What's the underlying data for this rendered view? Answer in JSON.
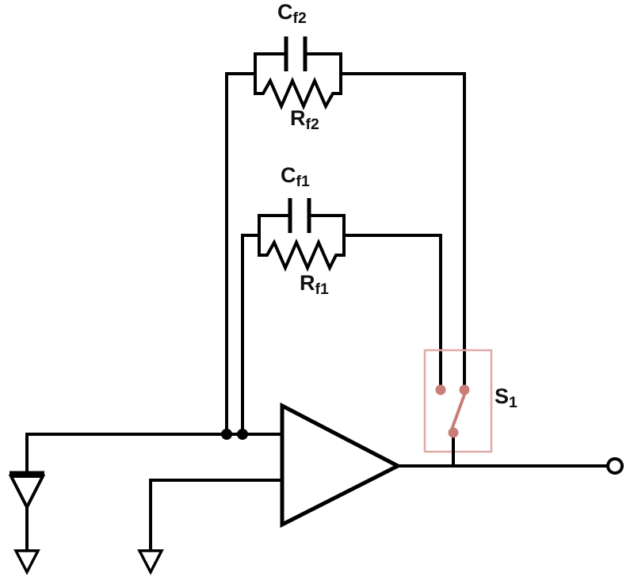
{
  "diagram": {
    "kind": "circuit-schematic",
    "components": [
      "photodiode",
      "op-amp",
      "feedback-capacitor-Cf2",
      "feedback-resistor-Rf2",
      "feedback-capacitor-Cf1",
      "feedback-resistor-Rf1",
      "selector-switch-S1",
      "output-terminal",
      "ground-photodiode",
      "ground-noninverting-input"
    ]
  },
  "labels": {
    "cf2": {
      "base": "C",
      "sub": "f2"
    },
    "rf2": {
      "base": "R",
      "sub": "f2"
    },
    "cf1": {
      "base": "C",
      "sub": "f1"
    },
    "rf1": {
      "base": "R",
      "sub": "f1"
    },
    "s1": {
      "base": "S",
      "sub": "1"
    }
  },
  "colors": {
    "wire": "#000000",
    "switch_accent": "#c87d78",
    "switch_box": "#dfaaa5",
    "background": "#ffffff"
  }
}
